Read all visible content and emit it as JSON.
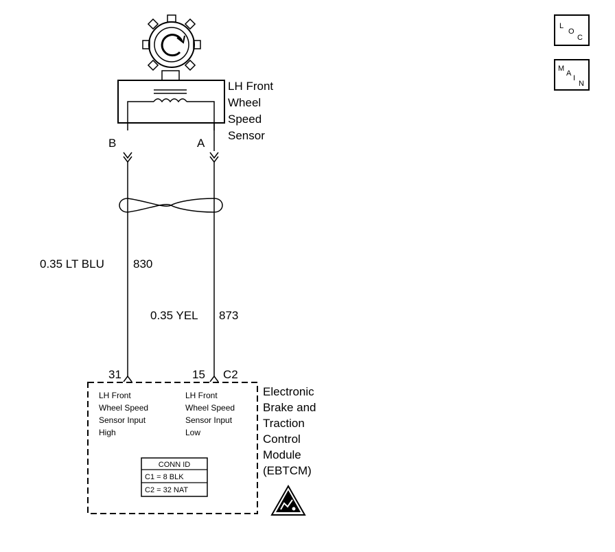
{
  "sensor": {
    "name_lines": [
      "LH Front",
      "Wheel",
      "Speed",
      "Sensor"
    ],
    "terminal_b": "B",
    "terminal_a": "A"
  },
  "wires": [
    {
      "gauge_color": "0.35 LT BLU",
      "circuit": "830"
    },
    {
      "gauge_color": "0.35 YEL",
      "circuit": "873"
    }
  ],
  "module": {
    "name_lines": [
      "Electronic",
      "Brake and",
      "Traction",
      "Control",
      "Module",
      "(EBTCM)"
    ],
    "pin_left": "31",
    "pin_right": "15",
    "connector": "C2",
    "input_high_lines": [
      "LH Front",
      "Wheel Speed",
      "Sensor Input",
      "High"
    ],
    "input_low_lines": [
      "LH Front",
      "Wheel Speed",
      "Sensor Input",
      "Low"
    ],
    "conn_id": {
      "title": "CONN ID",
      "rows": [
        "C1 = 8 BLK",
        "C2 = 32 NAT"
      ]
    }
  },
  "nav": {
    "loc": [
      "L",
      "O",
      "C"
    ],
    "main": [
      "M",
      "A",
      "I",
      "N"
    ]
  },
  "icons": [
    "tone-wheel-icon",
    "esd-warning-icon"
  ]
}
